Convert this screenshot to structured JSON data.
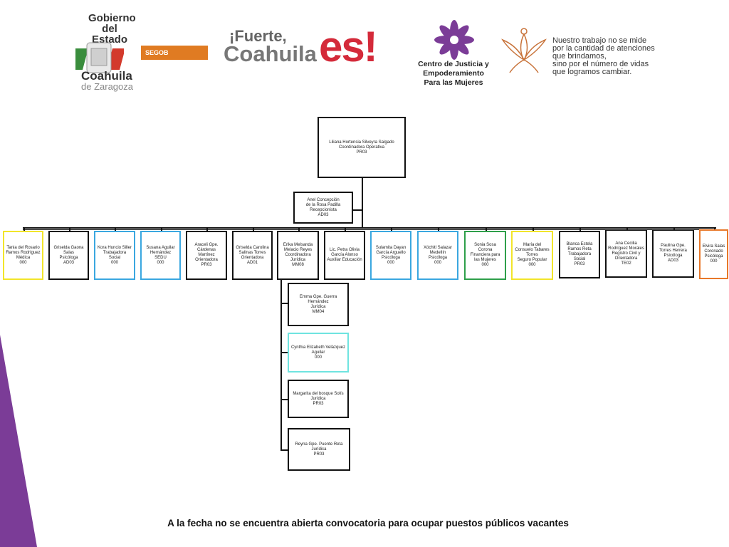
{
  "logos": {
    "gobierno": {
      "title": "Gobierno del Estado",
      "segob": "SEGOB",
      "state": "Coahuila",
      "sub": "de Zaragoza"
    },
    "fuerte": {
      "line1": "¡Fuerte,",
      "line2": "Coahuila",
      "accent": "es!"
    },
    "cjm": {
      "line1": "Centro de Justicia y",
      "line2": "Empoderamiento",
      "line3": "Para las Mujeres"
    },
    "slogan": "Nuestro trabajo no se mide\npor la cantidad de atenciones\nque brindamos,\nsino por el número de vidas\nque logramos cambiar."
  },
  "colors": {
    "purple": "#7b3c97",
    "yellow": "#f2e52a",
    "blue": "#3aa7e0",
    "green": "#2e9f4a",
    "orange": "#e8782a",
    "cyan": "#6fe4e0",
    "black": "#111111"
  },
  "orgchart": {
    "root": {
      "name": "Liliana Hortensia Silveyra Salgado",
      "role": "Coordinadora Operativa",
      "code": "PR03"
    },
    "assistant": {
      "name": "Anel Concepción",
      "name2": "de la Rosa Padilla",
      "role": "Recepcionista",
      "code": "AD03"
    },
    "staff": [
      {
        "name": "Tania del Rosario Ramos Rodríguez",
        "role": "Médica",
        "code": "000",
        "color": "yellow"
      },
      {
        "name": "Griselda Gaona Salas",
        "role": "Psicóloga",
        "code": "AD03",
        "color": "black"
      },
      {
        "name": "Kora Huncio Siller",
        "role": "Trabajadora Social",
        "code": "000",
        "color": "blue"
      },
      {
        "name": "Susana Aguilar Hernández",
        "role": "SEDU",
        "code": "000",
        "color": "blue"
      },
      {
        "name": "Araceli Gpe. Cárdenas Martínez",
        "role": "Orientadora",
        "code": "PR03",
        "color": "black"
      },
      {
        "name": "Griselda Carolina Salinas Torres",
        "role": "Orientadora",
        "code": "AD01",
        "color": "black"
      },
      {
        "name": "Erika Melsanda Melacio Reyes",
        "role": "Coordinadora Jurídica",
        "code": "MM08",
        "color": "black"
      },
      {
        "name": "Lic. Petra Olivia García Alonso",
        "role": "Auxiliar Educación",
        "code": "",
        "color": "black"
      },
      {
        "name": "Sulamita Dayan García Arguello",
        "role": "Psicóloga",
        "code": "000",
        "color": "blue"
      },
      {
        "name": "Xóchitl Salazar Medellín",
        "role": "Psicóloga",
        "code": "000",
        "color": "blue"
      },
      {
        "name": "Sonia Sosa Corona",
        "role": "Financiera para las Mujeres",
        "code": "000",
        "color": "green"
      },
      {
        "name": "María del Consuelo Tabares Torres",
        "role": "Seguro Popular",
        "code": "000",
        "color": "yellow"
      },
      {
        "name": "Blanca Estela Ramos Reta",
        "role": "Trabajadora Social",
        "code": "PR03",
        "color": "black"
      },
      {
        "name": "Ana Cecilia Rodríguez Morales",
        "role": "Registro Civil y Orientadora",
        "code": "TE02",
        "color": "black"
      },
      {
        "name": "Paulina Gpe. Torres Herrera",
        "role": "Psicóloga",
        "code": "AD03",
        "color": "black"
      },
      {
        "name": "Elvira Salas Coronado",
        "role": "Psicóloga",
        "code": "000",
        "color": "orange"
      }
    ],
    "legal_team": [
      {
        "name": "Emma Gpe. Guerra Hernández",
        "role": "Jurídica",
        "code": "MM04",
        "color": "black"
      },
      {
        "name": "Cynthia Elizabeth Velázquez Aguilar",
        "role": "",
        "code": "000",
        "color": "cyan"
      },
      {
        "name": "Margarita del bosque Solís",
        "role": "Jurídica",
        "code": "PR03",
        "color": "black"
      },
      {
        "name": "Reyna Gpe. Puente Reta",
        "role": "Jurídica",
        "code": "PR03",
        "color": "black"
      }
    ]
  },
  "footer": "A la fecha no se encuentra abierta convocatoria para ocupar puestos públicos vacantes"
}
